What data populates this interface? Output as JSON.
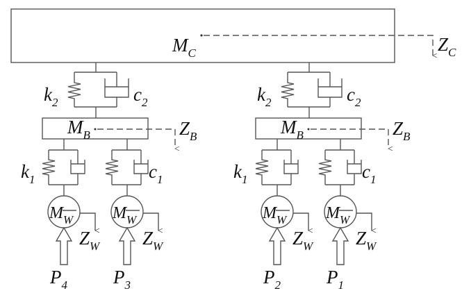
{
  "masses": {
    "car_body": {
      "label": "M",
      "sub": "C"
    },
    "bogie": {
      "label": "M",
      "sub": "B"
    },
    "wheel": {
      "label": "M",
      "sub": "W"
    }
  },
  "displacements": {
    "car_body": {
      "label": "Z",
      "sub": "C"
    },
    "bogie": {
      "label": "Z",
      "sub": "B"
    },
    "wheel": {
      "label": "Z",
      "sub": "W"
    }
  },
  "secondary": {
    "spring": {
      "label": "k",
      "sub": "2"
    },
    "damper": {
      "label": "c",
      "sub": "2"
    }
  },
  "primary": {
    "spring": {
      "label": "k",
      "sub": "1"
    },
    "damper": {
      "label": "c",
      "sub": "1"
    }
  },
  "forces": [
    {
      "label": "P",
      "sub": "4"
    },
    {
      "label": "P",
      "sub": "3"
    },
    {
      "label": "P",
      "sub": "2"
    },
    {
      "label": "P",
      "sub": "1"
    }
  ]
}
